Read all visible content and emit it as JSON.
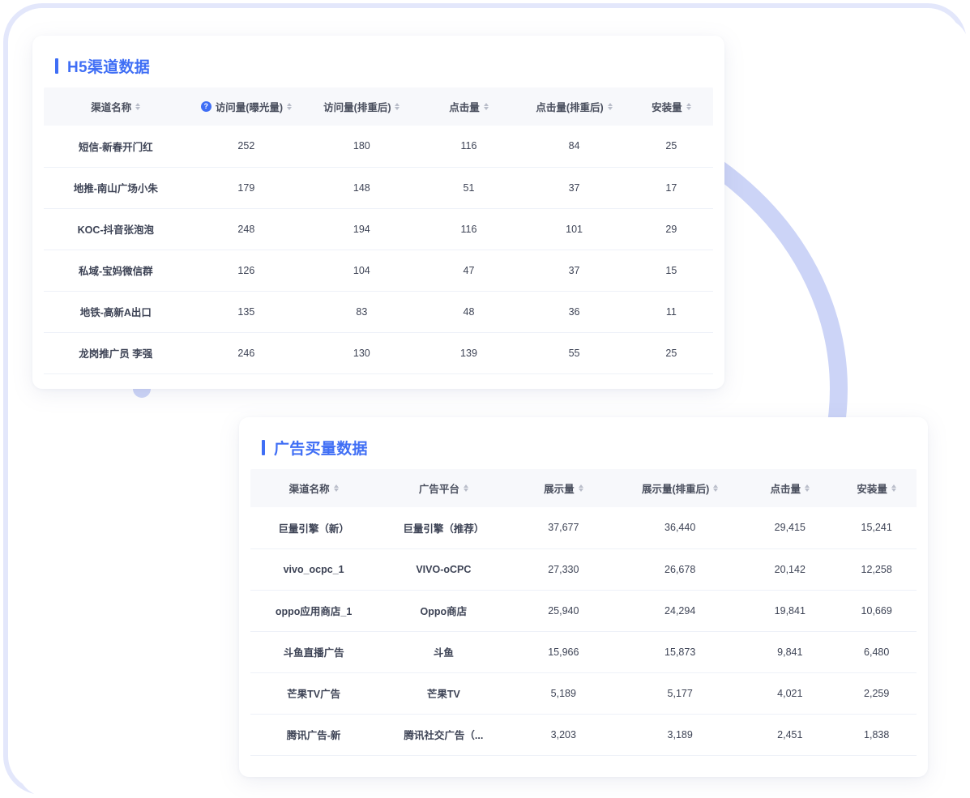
{
  "cards": [
    {
      "id": "h5",
      "title": "H5渠道数据",
      "accent": "#3f6ef5",
      "columns": [
        {
          "label": "渠道名称",
          "sortable": true,
          "help": false
        },
        {
          "label": "访问量(曝光量)",
          "sortable": true,
          "help": true,
          "help_glyph": "?"
        },
        {
          "label": "访问量(排重后)",
          "sortable": true,
          "help": false
        },
        {
          "label": "点击量",
          "sortable": true,
          "help": false
        },
        {
          "label": "点击量(排重后)",
          "sortable": true,
          "help": false
        },
        {
          "label": "安装量",
          "sortable": true,
          "help": false
        }
      ],
      "rows": [
        [
          "短信-新春开门红",
          "252",
          "180",
          "116",
          "84",
          "25"
        ],
        [
          "地推-南山广场小朱",
          "179",
          "148",
          "51",
          "37",
          "17"
        ],
        [
          "KOC-抖音张泡泡",
          "248",
          "194",
          "116",
          "101",
          "29"
        ],
        [
          "私域-宝妈微信群",
          "126",
          "104",
          "47",
          "37",
          "15"
        ],
        [
          "地铁-高新A出口",
          "135",
          "83",
          "48",
          "36",
          "11"
        ],
        [
          "龙岗推广员 李强",
          "246",
          "130",
          "139",
          "55",
          "25"
        ]
      ]
    },
    {
      "id": "ads",
      "title": "广告买量数据",
      "accent": "#3f6ef5",
      "columns": [
        {
          "label": "渠道名称",
          "sortable": true,
          "help": false
        },
        {
          "label": "广告平台",
          "sortable": true,
          "help": false
        },
        {
          "label": "展示量",
          "sortable": true,
          "help": false
        },
        {
          "label": "展示量(排重后)",
          "sortable": true,
          "help": false
        },
        {
          "label": "点击量",
          "sortable": true,
          "help": false
        },
        {
          "label": "安装量",
          "sortable": true,
          "help": false
        }
      ],
      "rows": [
        [
          "巨量引擎（新）",
          "巨量引擎（推荐）",
          "37,677",
          "36,440",
          "29,415",
          "15,241"
        ],
        [
          "vivo_ocpc_1",
          "VIVO-oCPC",
          "27,330",
          "26,678",
          "20,142",
          "12,258"
        ],
        [
          "oppo应用商店_1",
          "Oppo商店",
          "25,940",
          "24,294",
          "19,841",
          "10,669"
        ],
        [
          "斗鱼直播广告",
          "斗鱼",
          "15,966",
          "15,873",
          "9,841",
          "6,480"
        ],
        [
          "芒果TV广告",
          "芒果TV",
          "5,189",
          "5,177",
          "4,021",
          "2,259"
        ],
        [
          "腾讯广告-新",
          "腾讯社交广告（...",
          "3,203",
          "3,189",
          "2,451",
          "1,838"
        ]
      ]
    }
  ],
  "decoration": {
    "ring_color": "#ccd4f7",
    "frame_color": "#e3e7fb"
  },
  "scrollbar": {
    "thumb_color": "#b0b3bb",
    "track_color": "#f7f8fa"
  }
}
